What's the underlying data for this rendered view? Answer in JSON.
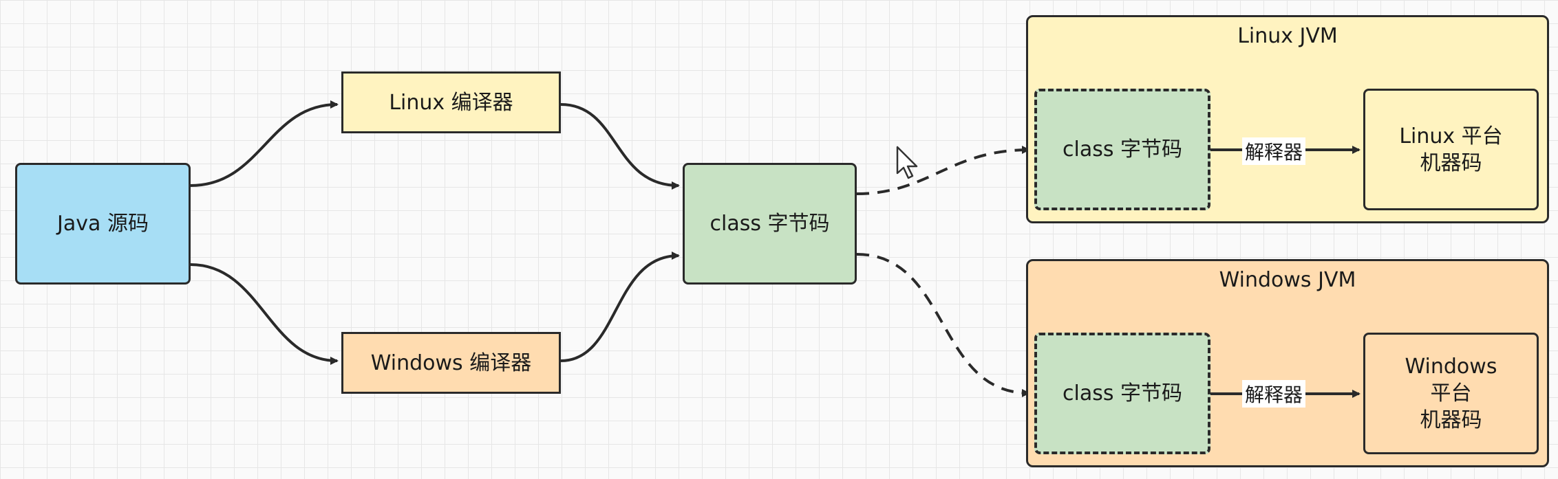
{
  "nodes": {
    "java_source": {
      "label": "Java 源码"
    },
    "linux_compiler": {
      "label": "Linux 编译器"
    },
    "windows_compiler": {
      "label": "Windows 编译器"
    },
    "class_bytecode": {
      "label": "class 字节码"
    }
  },
  "linux_jvm": {
    "title": "Linux JVM",
    "bytecode": "class 字节码",
    "interpreter": "解释器",
    "machine_code": "Linux 平台\n机器码"
  },
  "windows_jvm": {
    "title": "Windows JVM",
    "bytecode": "class 字节码",
    "interpreter": "解释器",
    "machine_code": "Windows\n平台\n机器码"
  },
  "colors": {
    "java_source": "#a7def5",
    "linux": "#fff3c0",
    "windows": "#ffdcb0",
    "bytecode": "#c8e2c4",
    "stroke": "#2a2a2a"
  }
}
